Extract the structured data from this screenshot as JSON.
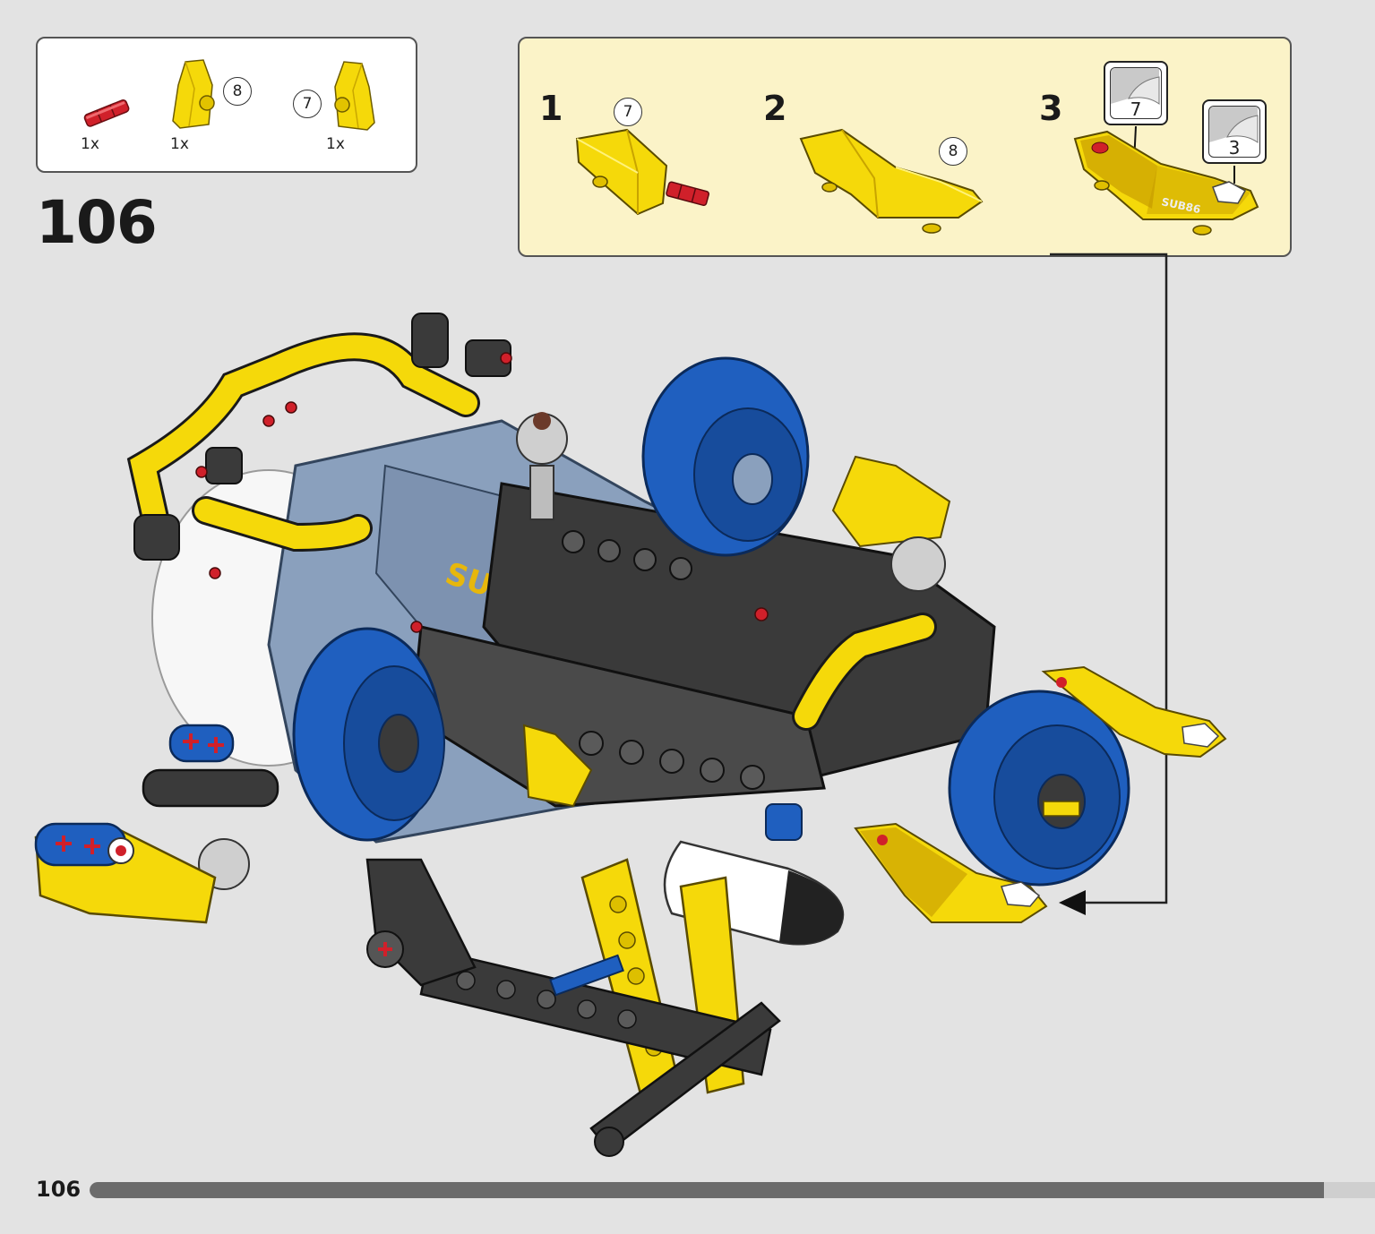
{
  "parts_list": {
    "items": [
      {
        "icon": "red-axle-pin-icon",
        "quantity": "1x",
        "color": "#d0202a"
      },
      {
        "icon": "yellow-panel-icon",
        "quantity": "1x",
        "callout": "8",
        "color": "#f5d90a"
      },
      {
        "icon": "yellow-panel-icon",
        "quantity": "1x",
        "callout": "7",
        "color": "#f5d90a"
      }
    ]
  },
  "step": {
    "number": "106"
  },
  "submodel": {
    "steps": [
      {
        "number": "1",
        "callout": "7"
      },
      {
        "number": "2",
        "callout": "8"
      },
      {
        "number": "3",
        "stickers": [
          "7",
          "3"
        ]
      }
    ]
  },
  "model": {
    "decal_text": "SUB86"
  },
  "footer": {
    "page_number": "106",
    "progress": 0.96
  },
  "colors": {
    "background": "#e3e3e3",
    "submodel_box": "#fbf3c8",
    "lego_yellow": "#f5d90a",
    "lego_blue": "#1f5fbf",
    "lego_dark_gray": "#3a3a3a",
    "lego_sand_blue": "#8aa0bd",
    "lego_red": "#d0202a"
  }
}
